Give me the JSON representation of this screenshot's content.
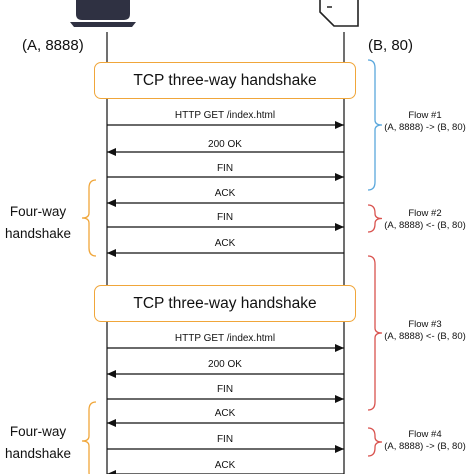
{
  "endpoints": {
    "client": "(A, 8888)",
    "server": "(B, 80)"
  },
  "handshake": {
    "tcp": "TCP three-way handshake"
  },
  "messages": [
    "HTTP GET /index.html",
    "200 OK",
    "FIN",
    "ACK",
    "FIN",
    "ACK",
    "HTTP GET /index.html",
    "200 OK",
    "FIN",
    "ACK",
    "FIN",
    "ACK"
  ],
  "side_labels": {
    "four_way_line1": "Four-way",
    "four_way_line2": "handshake"
  },
  "flows": [
    {
      "title": "Flow #1",
      "tuple": "(A, 8888) -> (B, 80)"
    },
    {
      "title": "Flow #2",
      "tuple": "(A, 8888) <- (B, 80)"
    },
    {
      "title": "Flow #3",
      "tuple": "(A, 8888) <- (B, 80)"
    },
    {
      "title": "Flow #4",
      "tuple": "(A, 8888) -> (B, 80)"
    }
  ],
  "colors": {
    "orange": "#f0a63a",
    "blue": "#5aa7dc",
    "red": "#d9534f",
    "line": "#111111"
  },
  "icons": [
    "client-computer-icon",
    "server-icon"
  ]
}
